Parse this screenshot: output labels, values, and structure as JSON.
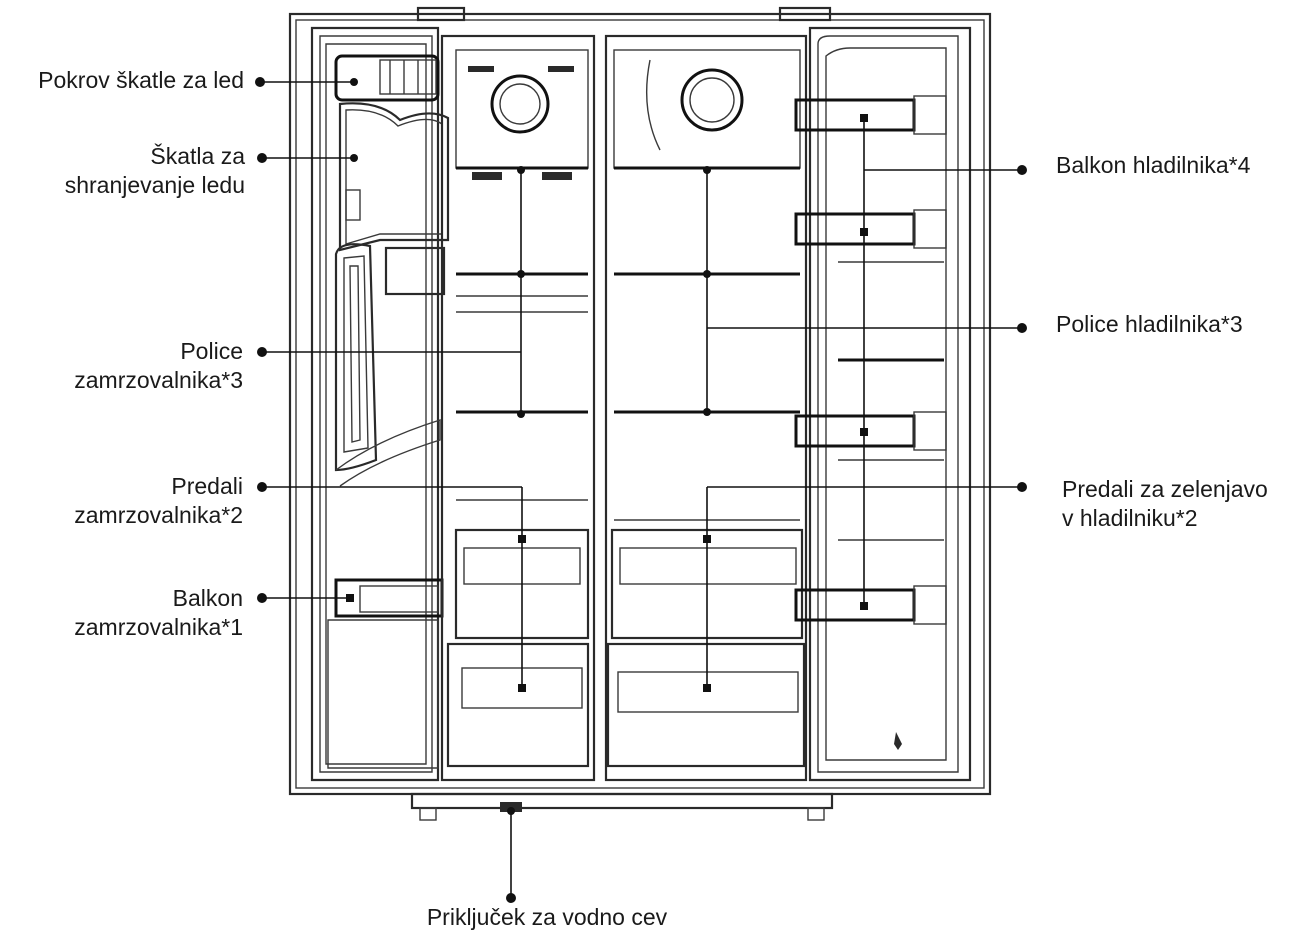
{
  "labels": {
    "ice_box_cover": "Pokrov škatle za led",
    "ice_storage_box_1": "Škatla za",
    "ice_storage_box_2": "shranjevanje ledu",
    "freezer_shelves_1": "Police",
    "freezer_shelves_2": "zamrzovalnika*3",
    "freezer_drawers_1": "Predali",
    "freezer_drawers_2": "zamrzovalnika*2",
    "freezer_balcony_1": "Balkon",
    "freezer_balcony_2": "zamrzovalnika*1",
    "fridge_balcony": "Balkon hladilnika*4",
    "fridge_shelves": "Police hladilnika*3",
    "crisper_drawers_1": "Predali za zelenjavo",
    "crisper_drawers_2": "v hladilniku*2",
    "water_connector": "Priključek za vodno cev"
  }
}
